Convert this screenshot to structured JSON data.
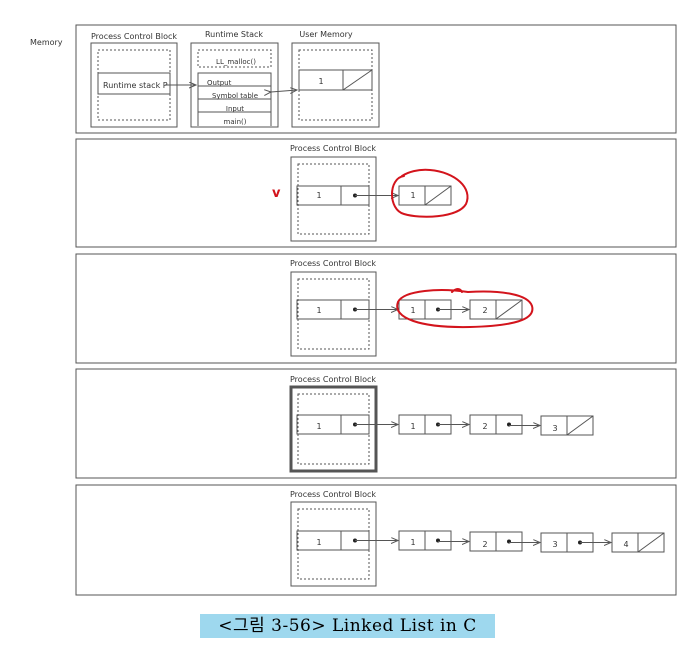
{
  "memory_label": "Memory",
  "top_panel": {
    "pcb_title": "Process Control Block",
    "pcb_slot": "Runtime stack P",
    "stack_title": "Runtime Stack",
    "stack_frames": [
      "LL_malloc()",
      "Output",
      "Symbol table",
      "Input",
      "main()"
    ],
    "user_memory_title": "User Memory",
    "user_memory_value": "1"
  },
  "panel_title": "Process Control Block",
  "head_value": "1",
  "steps": [
    {
      "nodes": [
        "1"
      ]
    },
    {
      "nodes": [
        "1",
        "2"
      ]
    },
    {
      "nodes": [
        "1",
        "2",
        "3"
      ]
    },
    {
      "nodes": [
        "1",
        "2",
        "3",
        "4"
      ]
    }
  ],
  "annotation_mark": "v",
  "caption": "<그림 3-56>  Linked List in C",
  "colors": {
    "line": "#555555",
    "annotation": "#d3141c",
    "caption_bg": "#9ed8ee"
  }
}
